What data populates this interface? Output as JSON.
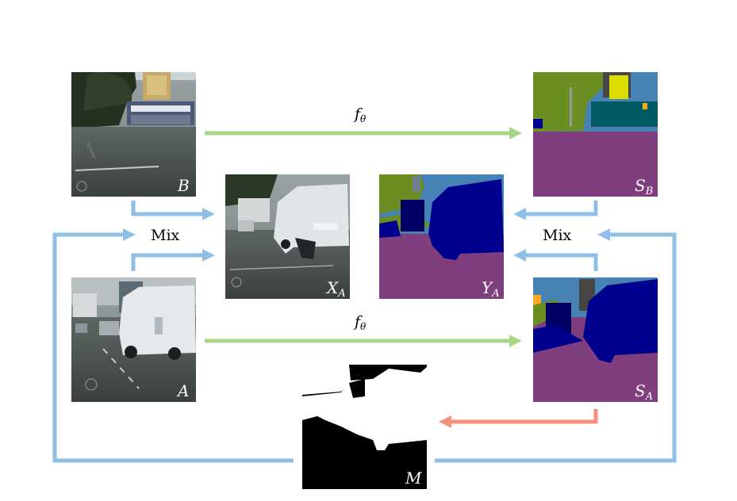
{
  "operators": {
    "f_top": "f",
    "f_top_sub": "θ",
    "f_bottom": "f",
    "f_bottom_sub": "θ",
    "mix_left": "Mix",
    "mix_right": "Mix"
  },
  "images": {
    "B": {
      "letter": "B",
      "sub": ""
    },
    "A": {
      "letter": "A",
      "sub": ""
    },
    "XA": {
      "letter": "X",
      "sub": "A"
    },
    "YA": {
      "letter": "Y",
      "sub": "A"
    },
    "SB": {
      "letter": "S",
      "sub": "B"
    },
    "SA": {
      "letter": "S",
      "sub": "A"
    },
    "M": {
      "letter": "M",
      "sub": ""
    }
  },
  "colors": {
    "green_arrow": "#a6d785",
    "blue_arrow": "#8fbfe6",
    "red_arrow": "#f4907c",
    "seg_road": "#7f3f7f",
    "seg_car": "#00008e",
    "seg_vegetation": "#6b8e23",
    "seg_sky": "#4682b4",
    "seg_building": "#464646",
    "seg_bus": "#005c64",
    "seg_sign": "#dcdc00"
  }
}
